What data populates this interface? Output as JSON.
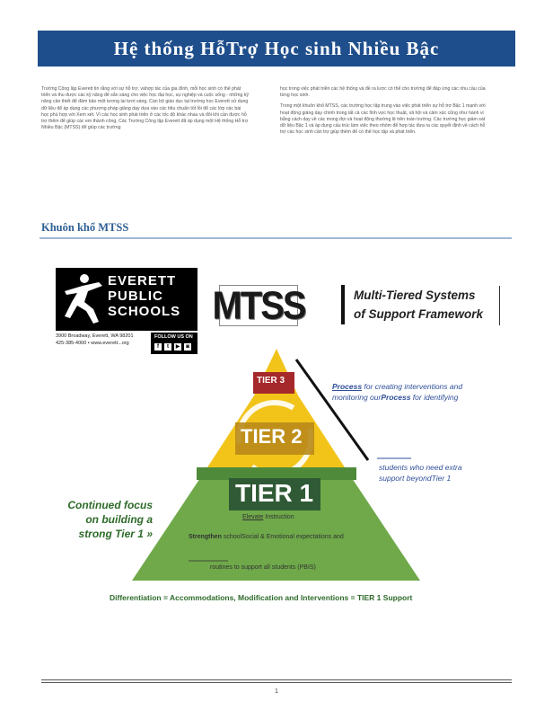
{
  "page": {
    "title": "Hệ thống   HỗTrợ Học sinh  Nhiều  Bậc",
    "section_heading": "Khuôn  khổ MTSS",
    "page_number": "1"
  },
  "body": {
    "left_paragraphs": [
      "Trường Công lập Everett tin rằng với sự hỗ trợ, vàhợp tác của gia đình, mỗi học sinh có thể phát triển và thu được các kỹ năng để sẵn sàng cho việc học đại học, sự nghiệp và cuộc sống - những kỹ năng cần thiết để đảm bảo một tương lai tươi sáng. Cán bộ giáo dục tại trường học Everett sử dụng dữ liệu để áp dụng các phương pháp giảng dạy dựa vào các tiêu chuẩn tốt lồi để các lớp các bài học phù hợp với Xem xét. Vì các học sinh phát triển ở các tốc độ khác nhau và đôi khi cần được hỗ trợ thêm để giúp các em thành công, Các Trường Công lập Everett đã áp dụng một Hệ thống Hỗ trợ Nhiều Bậc (MTSS) để giúp các trường"
    ],
    "right_paragraphs": [
      "học trong việc phát triển các hệ thống và đề ra lược có thể cho trường để đáp ứng các nhu cầu của từng học sinh.",
      "Trong một khuôn khổ MTSS, các trường học tập trung vào việc phát triển sự hỗ trợ Bậc 1 mạnh với hoạt động giảng dạy chính trong tất cả các lĩnh vực học thuật, xã hội và cảm xúc cũng như hành vi bằng cách dạy về các mong đợi và hoạt động thường lệ trên toàn trường. Các trường học giám sát dữ liệu Bậc 1 và áp dụng cấu trúc làm việc theo nhóm để hợp tác đưa ra các quyết định về cách hỗ trợ các học sinh cần trợ giúp thêm để có thể học tập và phát triển."
    ]
  },
  "logo": {
    "line1": "EVERETT",
    "line2": "PUBLIC",
    "line3": "SCHOOLS",
    "address1": "3900 Broadway, Everett, WA 98201",
    "address2": "425-385-4000 • www.everett...org",
    "follow": "FOLLOW US ON",
    "social_f": "f",
    "social_t": "t",
    "social_y": "▶",
    "social_i": "◙"
  },
  "mtss": {
    "acronym": "MTSS",
    "subtitle_line1": "Multi-Tiered   Systems",
    "subtitle_line2": "of Support  Framework"
  },
  "pyramid": {
    "tier3": "TIER 3",
    "tier2": "TIER 2",
    "tier1": "TIER 1",
    "process_word": "Process",
    "process_rest": " for  creating  interventions   and",
    "monitoring": "monitoring   our",
    "process_word2": "Process",
    "identifying": "  for  identifying",
    "students_line1": "students    who  need  extra",
    "students_line2": "support  beyondTier    1",
    "continued": "Continued     focus on  building     a strong   Tier  1 »",
    "elevate": "Elevate",
    "instruction": "  Instruction",
    "strengthen": "Strengthen",
    "school": " schoolSocial  & Emotional  expectations    and",
    "routines": "routines   to  support   all  students   (PBIS)",
    "differentiation": "Differentiation = Accommodations, Modification and Interventions = TIER 1 Support"
  },
  "colors": {
    "title_bar": "#1f4e8c",
    "tier3_red": "#a5282b",
    "tier2_yellow": "#f2c41a",
    "tier1_green": "#6fa94a",
    "dark_green": "#2f5a35"
  }
}
